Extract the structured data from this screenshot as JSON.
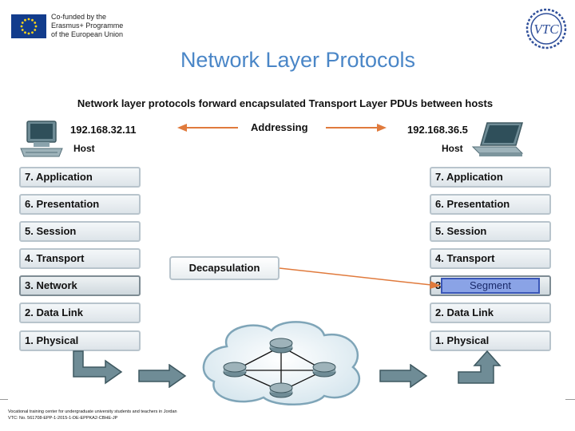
{
  "header": {
    "eu_lines": [
      "Co-funded by the",
      "Erasmus+ Programme",
      "of the European Union"
    ],
    "vtc_logo_text": "VTC",
    "title": "Network Layer Protocols"
  },
  "diagram": {
    "caption": "Network layer protocols forward encapsulated Transport Layer PDUs between hosts",
    "addressing_label": "Addressing",
    "left_host": {
      "ip": "192.168.32.11",
      "label": "Host"
    },
    "right_host": {
      "ip": "192.168.36.5",
      "label": "Host"
    },
    "left_layers": [
      {
        "num": "7.",
        "name": "Application"
      },
      {
        "num": "6.",
        "name": "Presentation"
      },
      {
        "num": "5.",
        "name": "Session"
      },
      {
        "num": "4.",
        "name": "Transport"
      },
      {
        "num": "3.",
        "name": "Network"
      },
      {
        "num": "2.",
        "name": "Data Link"
      },
      {
        "num": "1.",
        "name": "Physical"
      }
    ],
    "right_layers": [
      {
        "num": "7.",
        "name": "Application"
      },
      {
        "num": "6.",
        "name": "Presentation"
      },
      {
        "num": "5.",
        "name": "Session"
      },
      {
        "num": "4.",
        "name": "Transport"
      },
      {
        "num": "3",
        "name": ""
      },
      {
        "num": "2.",
        "name": "Data Link"
      },
      {
        "num": "1.",
        "name": " Physical"
      }
    ],
    "decapsulation_label": "Decapsulation",
    "segment_label": "Segment"
  },
  "footer": {
    "line1": "Vocational training center for undergraduate university students and teachers in Jordan",
    "line2": "VTC: No. 561708-EPP-1-2015-1-DE-EPPKA2-CBHE-JP"
  }
}
